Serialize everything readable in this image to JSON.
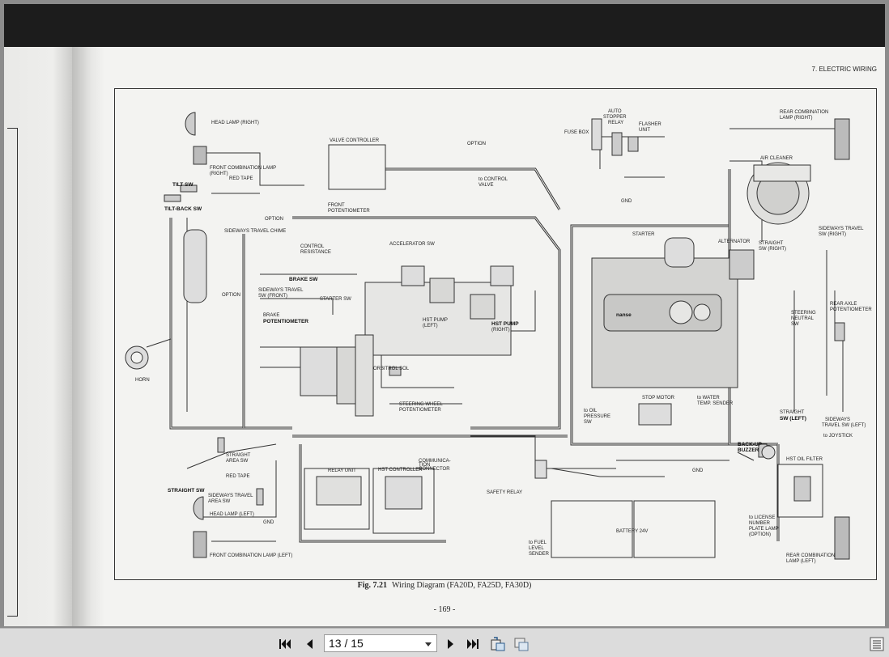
{
  "document": {
    "chapter_heading": "7. ELECTRIC WIRING",
    "figure_number": "Fig. 7.21",
    "figure_caption": "Wiring Diagram (FA20D, FA25D, FA30D)",
    "page_number": "- 169 -"
  },
  "diagram_labels": {
    "head_lamp_right": "HEAD LAMP (RIGHT)",
    "front_combo_right_1": "FRONT COMBINATION LAMP",
    "front_combo_right_2": "(RIGHT)",
    "red_tape_top": "RED TAPE",
    "tilt_sw": "TILT SW",
    "tilt_back_sw": "TILT-BACK SW",
    "valve_controller": "VALVE CONTROLLER",
    "option_top": "OPTION",
    "to_control_valve_1": "to CONTROL",
    "to_control_valve_2": "VALVE",
    "front_pot_1": "FRONT",
    "front_pot_2": "POTENTIOMETER",
    "option_mid": "OPTION",
    "sideways_chime": "SIDEWAYS TRAVEL CHIME",
    "accelerator_sw": "ACCELERATOR SW",
    "control_resistance_1": "CONTROL",
    "control_resistance_2": "RESISTANCE",
    "brake_sw": "BRAKE SW",
    "sideways_front_1": "SIDEWAYS TRAVEL",
    "sideways_front_2": "SW (FRONT)",
    "starter_sw": "STARTER SW",
    "brake_pot_1": "BRAKE",
    "brake_pot_2": "POTENTIOMETER",
    "option_left": "OPTION",
    "hst_pump_left_1": "HST PUMP",
    "hst_pump_left_2": "(LEFT)",
    "hst_pump_right_1": "HST PUMP",
    "hst_pump_right_2": "(RIGHT)",
    "horn": "HORN",
    "orbitrol_sol": "ORBITROL SOL",
    "steering_wheel_pot_1": "STEERING WHEEL",
    "steering_wheel_pot_2": "POTENTIOMETER",
    "fuse_box": "FUSE BOX",
    "auto_stopper_1": "AUTO",
    "auto_stopper_2": "STOPPER",
    "auto_stopper_3": "RELAY",
    "flasher_1": "FLASHER",
    "flasher_2": "UNIT",
    "gnd_top": "GND",
    "starter": "STARTER",
    "alternator": "ALTERNATOR",
    "engine_brand": "nanse",
    "rear_combo_right_1": "REAR COMBINATION",
    "rear_combo_right_2": "LAMP (RIGHT)",
    "air_cleaner": "AIR CLEANER",
    "straight_sw_right_1": "STRAIGHT",
    "straight_sw_right_2": "SW (RIGHT)",
    "sideways_right_1": "SIDEWAYS TRAVEL",
    "sideways_right_2": "SW (RIGHT)",
    "rear_axle_pot_1": "REAR AXLE",
    "rear_axle_pot_2": "POTENTIOMETER",
    "steering_neutral_1": "STEERING",
    "steering_neutral_2": "NEUTRAL",
    "steering_neutral_3": "SW",
    "stop_motor": "STOP MOTOR",
    "to_water_1": "to WATER",
    "to_water_2": "TEMP. SENDER",
    "to_oil_1": "to OIL",
    "to_oil_2": "PRESSURE",
    "to_oil_3": "SW",
    "straight_sw_left_1": "STRAIGHT",
    "straight_sw_left_2": "SW (LEFT)",
    "sideways_left_1": "SIDEWAYS",
    "sideways_left_2": "TRAVEL SW (LEFT)",
    "to_joystick": "to JOYSTICK",
    "back_up_buzzer_1": "BACK-UP",
    "back_up_buzzer_2": "BUZZER",
    "hst_oil_filter": "HST OIL FILTER",
    "straight_area_1": "STRAIGHT",
    "straight_area_2": "AREA SW",
    "red_tape_bottom": "RED TAPE",
    "straight_sw": "STRAIGHT SW",
    "sideways_area_1": "SIDEWAYS TRAVEL",
    "sideways_area_2": "AREA SW",
    "head_lamp_left": "HEAD LAMP (LEFT)",
    "gnd_left": "GND",
    "front_combo_left": "FRONT COMBINATION LAMP (LEFT)",
    "relay_unit": "RELAY UNIT",
    "hst_controller": "HST CONTROLLER",
    "communication_1": "COMMUNICA-",
    "communication_2": "TION",
    "communication_3": "CONNECTOR",
    "safety_relay": "SAFETY RELAY",
    "gnd_bottom": "GND",
    "battery": "BATTERY  24V",
    "to_fuel_1": "to FUEL",
    "to_fuel_2": "LEVEL",
    "to_fuel_3": "SENDER",
    "to_license_1": "to LICENSE",
    "to_license_2": "NUMBER",
    "to_license_3": "PLATE LAMP",
    "to_license_4": "(OPTION)",
    "rear_combo_left_1": "REAR COMBINATION",
    "rear_combo_left_2": "LAMP (LEFT)"
  },
  "toolbar": {
    "page_indicator": "13 / 15",
    "icons": [
      "first-page-icon",
      "previous-page-icon",
      "next-page-icon",
      "last-page-icon",
      "rotate-icon",
      "fit-icon",
      "panel-toggle-icon"
    ]
  },
  "colors": {
    "toolbar_bg": "#dcdcdc",
    "page_bg": "#f3f3f1",
    "scan_header": "#1c1c1c"
  }
}
